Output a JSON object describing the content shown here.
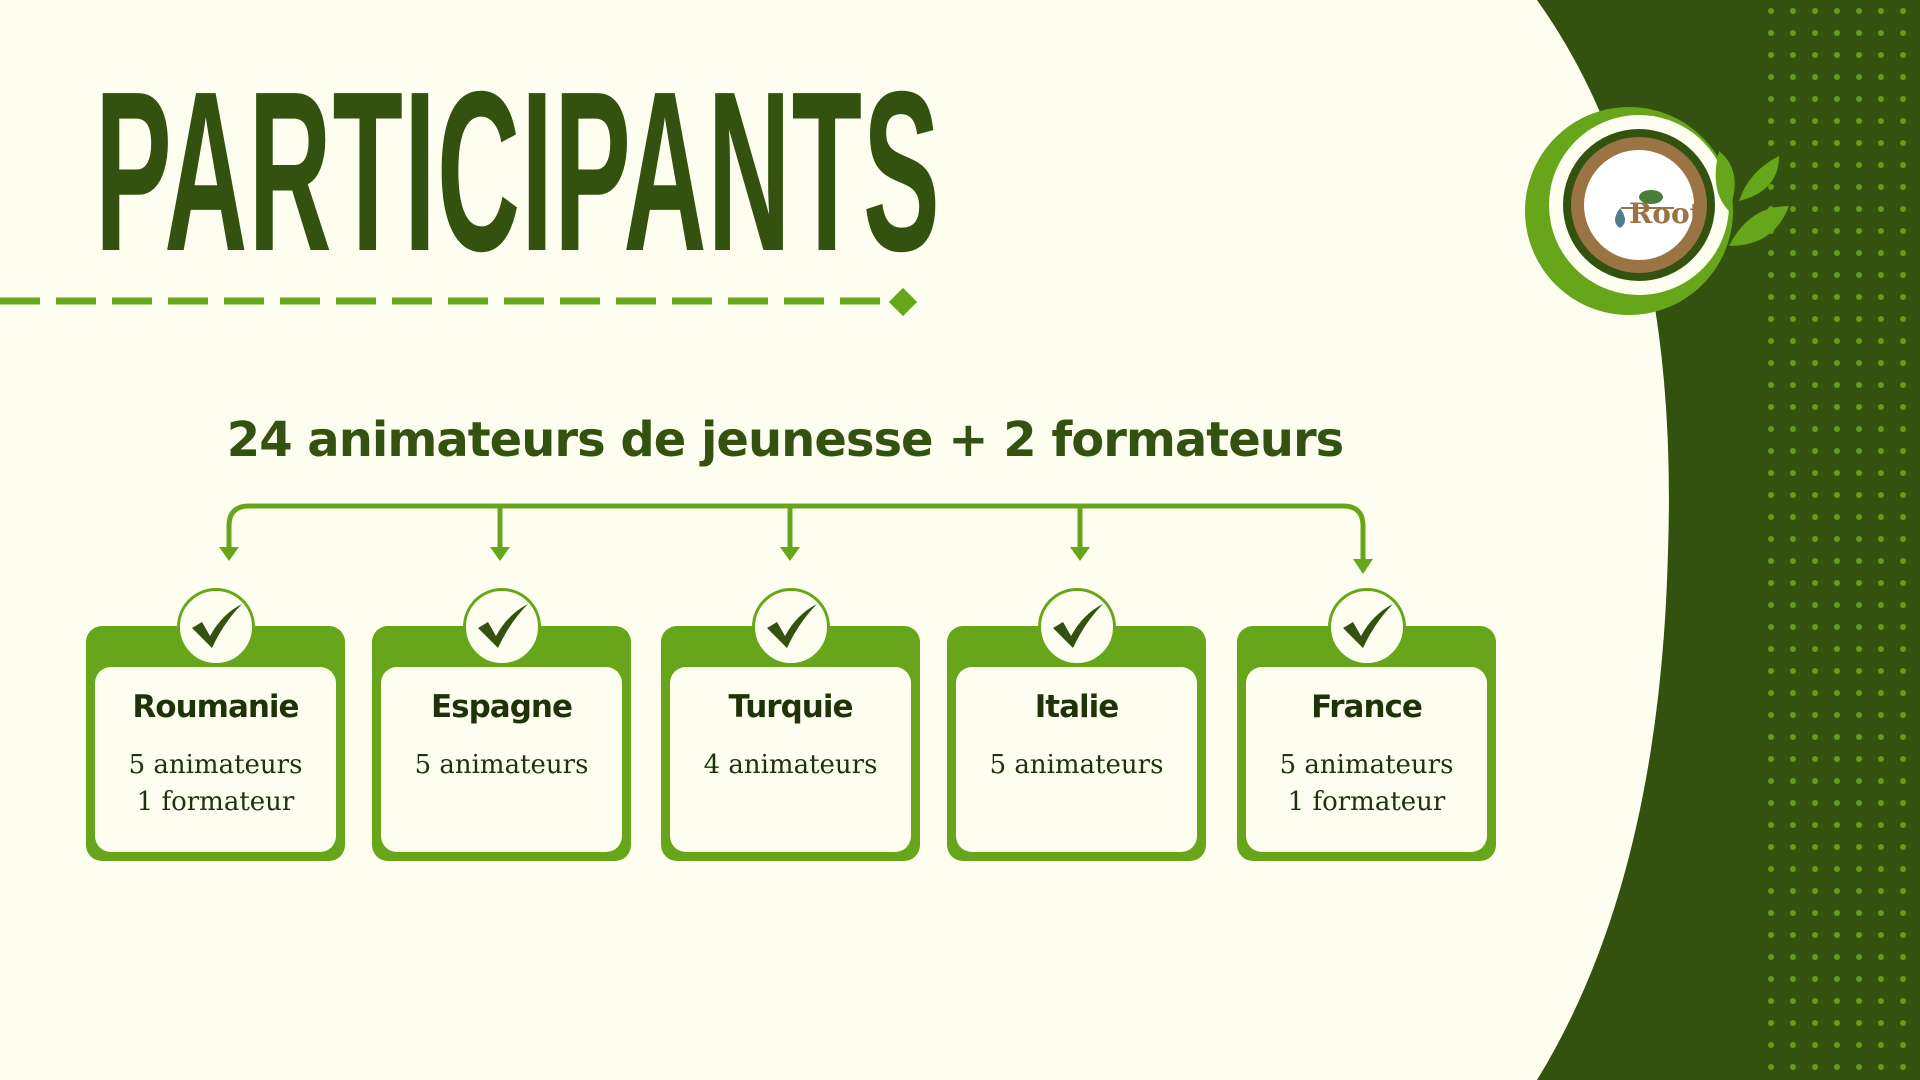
{
  "title": "PARTICIPANTS",
  "subtitle": "24 animateurs de jeunesse + 2 formateurs",
  "logo": {
    "text": "Root"
  },
  "colors": {
    "background": "#fdfef0",
    "dark_green": "#33520f",
    "light_green": "#67a61a"
  },
  "countries": [
    {
      "name": "Roumanie",
      "lines": [
        "5 animateurs",
        "1 formateur"
      ]
    },
    {
      "name": "Espagne",
      "lines": [
        "5 animateurs"
      ]
    },
    {
      "name": "Turquie",
      "lines": [
        "4 animateurs"
      ]
    },
    {
      "name": "Italie",
      "lines": [
        "5 animateurs"
      ]
    },
    {
      "name": "France",
      "lines": [
        "5 animateurs",
        "1 formateur"
      ]
    }
  ]
}
